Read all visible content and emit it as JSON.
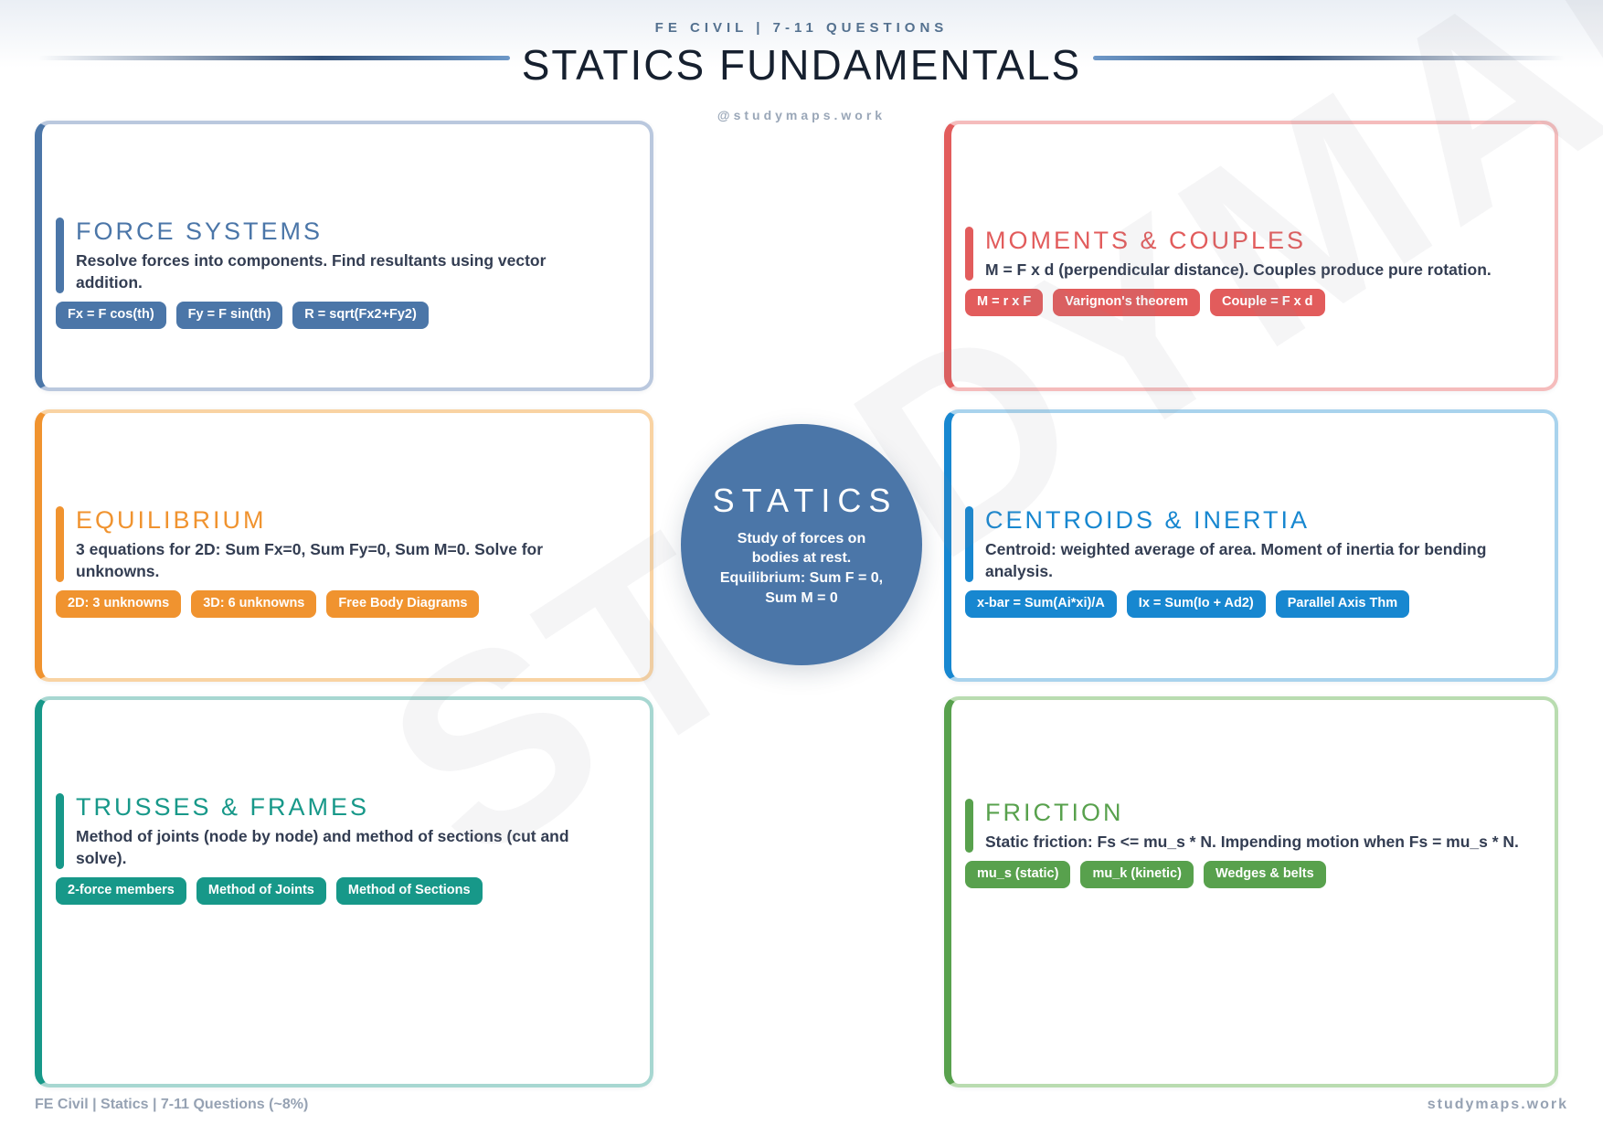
{
  "header": {
    "eyebrow": "FE CIVIL | 7-11 QUESTIONS",
    "title": "STATICS FUNDAMENTALS",
    "handle": "@studymaps.work"
  },
  "center": {
    "title": "STATICS",
    "description": "Study of forces on bodies at rest. Equilibrium: Sum F = 0, Sum M = 0",
    "bg_color": "#4b76a8"
  },
  "cards": [
    {
      "id": "force-systems",
      "title": "FORCE SYSTEMS",
      "body": "Resolve forces into components. Find resultants using vector addition.",
      "tags": [
        "Fx = F cos(th)",
        "Fy = F sin(th)",
        "R = sqrt(Fx2+Fy2)"
      ],
      "accent": "#4b76a8",
      "soft": "#bac8de"
    },
    {
      "id": "moments-couples",
      "title": "MOMENTS & COUPLES",
      "body": "M = F x d (perpendicular distance). Couples produce pure rotation.",
      "tags": [
        "M = r x F",
        "Varignon's theorem",
        "Couple = F x d"
      ],
      "accent": "#e25c5c",
      "soft": "#f5bcbc"
    },
    {
      "id": "equilibrium",
      "title": "EQUILIBRIUM",
      "body": "3 equations for 2D: Sum Fx=0, Sum Fy=0, Sum M=0. Solve for unknowns.",
      "tags": [
        "2D: 3 unknowns",
        "3D: 6 unknowns",
        "Free Body Diagrams"
      ],
      "accent": "#f0932f",
      "soft": "#f9d3a3"
    },
    {
      "id": "centroids-inertia",
      "title": "CENTROIDS & INERTIA",
      "body": "Centroid: weighted average of area. Moment of inertia for bending analysis.",
      "tags": [
        "x-bar = Sum(Ai*xi)/A",
        "Ix = Sum(Io + Ad2)",
        "Parallel Axis Thm"
      ],
      "accent": "#1787d0",
      "soft": "#a9d3ed"
    },
    {
      "id": "trusses-frames",
      "title": "TRUSSES & FRAMES",
      "body": "Method of joints (node by node) and method of sections (cut and solve).",
      "tags": [
        "2-force members",
        "Method of Joints",
        "Method of Sections"
      ],
      "accent": "#179889",
      "soft": "#a7d7d1"
    },
    {
      "id": "friction",
      "title": "FRICTION",
      "body": "Static friction: Fs <= mu_s * N. Impending motion when Fs = mu_s * N.",
      "tags": [
        "mu_s (static)",
        "mu_k (kinetic)",
        "Wedges & belts"
      ],
      "accent": "#58a14d",
      "soft": "#b9dcb0"
    }
  ],
  "watermark": "STUDYMAPS",
  "footer": {
    "left": "FE Civil | Statics | 7-11 Questions (~8%)",
    "right": "studymaps.work"
  },
  "palette": {
    "title_navy": "#16202f",
    "body_navy": "#333d52",
    "eyebrow_blue": "#54718f",
    "footer_gray": "#96a2b3",
    "divider_dark": "#33517a",
    "divider_light": "#6d98c8"
  }
}
